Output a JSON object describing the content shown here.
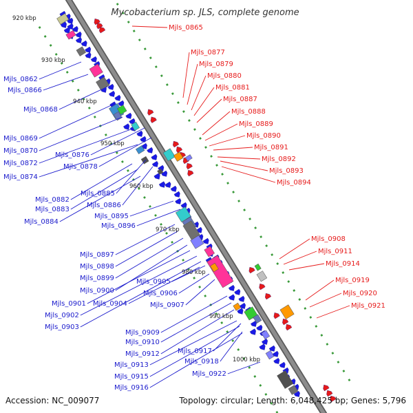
{
  "title": "Mycobacterium sp. JLS, complete genome",
  "accession": "Accession: NC_009077",
  "summary": "Topology: circular; Length: 6,048,425 bp; Genes: 5,796",
  "colors": {
    "backbone": "#8c8c8c",
    "forward_gene": "#1a1ae6",
    "reverse_gene": "#e61a1a",
    "left_label": "#1a1acc",
    "right_label": "#e61a1a",
    "tick": "#3a9a3a",
    "cog": [
      "#c8c890",
      "#ff3399",
      "#707070",
      "#33cccc",
      "#6677bb",
      "#3a8fd0",
      "#33cc33",
      "#ff9900",
      "#c0c0c0",
      "#8080ff",
      "#505050"
    ]
  },
  "kbp_labels": [
    "920 kbp",
    "930 kbp",
    "940 kbp",
    "950 kbp",
    "960 kbp",
    "970 kbp",
    "980 kbp",
    "990 kbp",
    "1000 kbp"
  ],
  "left_labels": [
    "Mjls_0862",
    "Mjls_0866",
    "Mjls_0868",
    "Mjls_0869",
    "Mjls_0870",
    "Mjls_0872",
    "Mjls_0874",
    "Mjls_0876",
    "Mjls_0878",
    "Mjls_0882",
    "Mjls_0883",
    "Mjls_0884",
    "Mjls_0885",
    "Mjls_0886",
    "Mjls_0895",
    "Mjls_0896",
    "Mjls_0897",
    "Mjls_0898",
    "Mjls_0899",
    "Mjls_0900",
    "Mjls_0901",
    "Mjls_0902",
    "Mjls_0903",
    "Mjls_0904",
    "Mjls_0905",
    "Mjls_0906",
    "Mjls_0907",
    "Mjls_0909",
    "Mjls_0910",
    "Mjls_0912",
    "Mjls_0913",
    "Mjls_0915",
    "Mjls_0916",
    "Mjls_0917",
    "Mjls_0918",
    "Mjls_0922"
  ],
  "right_labels": [
    "Mjls_0865",
    "Mjls_0877",
    "Mjls_0879",
    "Mjls_0880",
    "Mjls_0881",
    "Mjls_0887",
    "Mjls_0888",
    "Mjls_0889",
    "Mjls_0890",
    "Mjls_0891",
    "Mjls_0892",
    "Mjls_0893",
    "Mjls_0894",
    "Mjls_0908",
    "Mjls_0911",
    "Mjls_0914",
    "Mjls_0919",
    "Mjls_0920",
    "Mjls_0921"
  ]
}
